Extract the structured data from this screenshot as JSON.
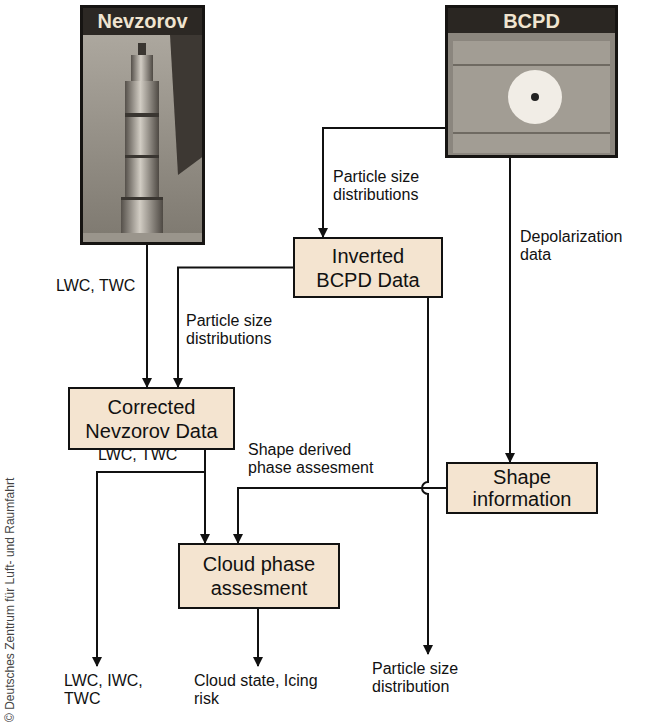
{
  "diagram": {
    "nodes": [
      {
        "text": [
          "Nevzorov"
        ]
      },
      {
        "text": [
          "BCPD"
        ]
      },
      {
        "text": [
          "Inverted BCPD Data"
        ]
      },
      {
        "text": [
          "Corrected Nevzorov Data"
        ]
      },
      {
        "text": [
          "Shape information"
        ]
      },
      {
        "text": [
          "Cloud phase assesment"
        ]
      }
    ],
    "edges": [
      {
        "from": 0,
        "to": 3,
        "label": "LWC, TWC",
        "arrow": "to"
      },
      {
        "from": 1,
        "to": 2,
        "label": "Particle size distributions",
        "arrow": "to"
      },
      {
        "from": 2,
        "to": 3,
        "label": "Particle size distributions",
        "arrow": "to"
      },
      {
        "from": 1,
        "to": 4,
        "label": "Depolarization data",
        "arrow": "to"
      },
      {
        "from": 3,
        "to": 5,
        "label": "LWC, TWC",
        "arrow": "to"
      },
      {
        "from": 4,
        "to": 5,
        "label": "Shape derived phase assesment",
        "arrow": "to"
      }
    ],
    "labels": [
      "LWC, IWC, TWC",
      "Cloud state, Icing risk",
      "Particle size distribution",
      "© Deutsches Zentrum für Luft- und Raumfahrt"
    ]
  }
}
